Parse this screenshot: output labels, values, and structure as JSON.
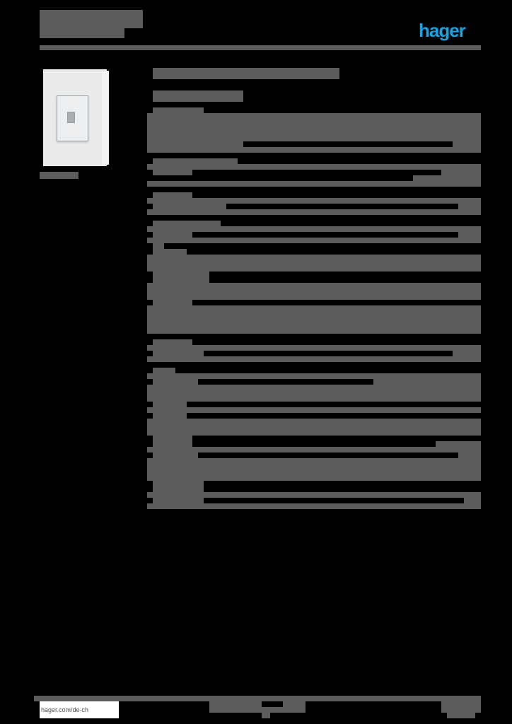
{
  "header": {
    "brand_logo": "hager",
    "brand_color": "#19a3e0",
    "redacted_fill_color": "#5b5c5b"
  },
  "product": {
    "image": "motion-detector-wall-plate",
    "caption": ""
  },
  "footer": {
    "url": "hager.com/de-ch"
  }
}
